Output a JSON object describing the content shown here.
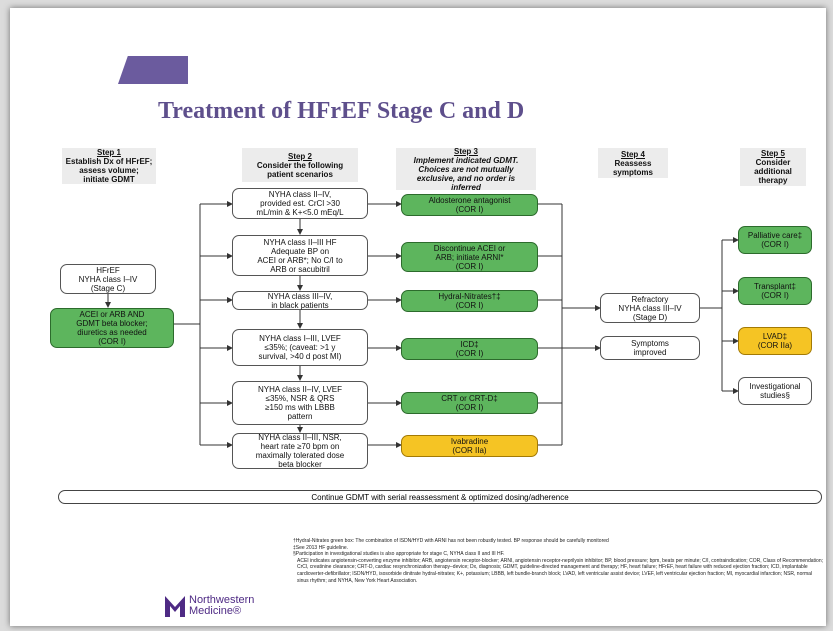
{
  "slide": {
    "title": "Treatment of HFrEF Stage C and D",
    "accent_color": "#6b5b9e"
  },
  "steps": [
    {
      "title": "Step 1",
      "desc": "Establish Dx of HFrEF;\nassess volume;\ninitiate GDMT"
    },
    {
      "title": "Step 2",
      "desc": "Consider the following\npatient scenarios"
    },
    {
      "title": "Step 3",
      "desc": "Implement indicated GDMT.\nChoices are not mutually\nexclusive, and no order is\ninferred"
    },
    {
      "title": "Step 4",
      "desc": "Reassess\nsymptoms"
    },
    {
      "title": "Step 5",
      "desc": "Consider\nadditional\ntherapy"
    }
  ],
  "step1_boxes": {
    "hfref": "HFrEF\nNYHA class I–IV\n(Stage C)",
    "acei": "ACEI or ARB AND\nGDMT beta blocker;\ndiuretics as needed\n(COR I)"
  },
  "scenarios": [
    "NYHA class II–IV,\nprovided est. CrCl >30\nmL/min & K+<5.0 mEq/L",
    "NYHA class II–III HF\nAdequate BP on\nACEI or ARB*; No C/I to\nARB or sacubitril",
    "NYHA class III–IV,\nin black patients",
    "NYHA class I–III, LVEF\n≤35%; (caveat: >1 y\nsurvival, >40 d post MI)",
    "NYHA class II–IV, LVEF\n≤35%, NSR & QRS\n≥150 ms with LBBB\npattern",
    "NYHA class II–III, NSR,\nheart rate ≥70 bpm on\nmaximally tolerated dose\nbeta blocker"
  ],
  "treatments": [
    {
      "label": "Aldosterone antagonist\n(COR I)",
      "color": "green"
    },
    {
      "label": "Discontinue ACEI or\nARB; initiate ARNI*\n(COR I)",
      "color": "green"
    },
    {
      "label": "Hydral-Nitrates†‡\n(COR I)",
      "color": "green"
    },
    {
      "label": "ICD‡\n(COR I)",
      "color": "green"
    },
    {
      "label": "CRT or CRT-D‡\n(COR I)",
      "color": "green"
    },
    {
      "label": "Ivabradine\n(COR IIa)",
      "color": "yellow"
    }
  ],
  "reassess": {
    "refractory": "Refractory\nNYHA class III–IV\n(Stage D)",
    "improved": "Symptoms\nimproved"
  },
  "additional": [
    {
      "label": "Palliative care‡\n(COR I)",
      "color": "green"
    },
    {
      "label": "Transplant‡\n(COR I)",
      "color": "green"
    },
    {
      "label": "LVAD‡\n(COR IIa)",
      "color": "yellow"
    },
    {
      "label": "Investigational\nstudies§",
      "color": "white"
    }
  ],
  "continue_bar": "Continue GDMT with serial reassessment & optimized dosing/adherence",
  "footnotes": [
    "†Hydral-Nitrates green box: The combination of ISDN/HYD with ARNI has not been robustly tested. BP response should be carefully monitored",
    "‡See 2013 HF guideline.",
    "§Participation in investigational studies is also appropriate for stage C, NYHA class II and III HF.",
    "ACEI indicates angiotensin-converting enzyme inhibitor; ARB, angiotensin receptor-blocker; ARNI, angiotensin receptor-neprilysin inhibitor; BP, blood pressure; bpm, beats per minute; C/I, contraindication; COR, Class of Recommendation; CrCl, creatinine clearance; CRT-D, cardiac resynchronization therapy–device; Dx, diagnosis; GDMT, guideline-directed management and therapy; HF, heart failure; HFrEF, heart failure with reduced ejection fraction; ICD, implantable cardioverter-defibrillator; ISDN/HYD, isosorbide dinitrate hydral-nitrates; K+, potassium; LBBB, left bundle-branch block; LVAD, left ventricular assist device; LVEF, left ventricular ejection fraction; MI, myocardial infarction; NSR, normal sinus rhythm; and NYHA, New York Heart Association."
  ],
  "logo": {
    "line1": "Northwestern",
    "line2": "Medicine®",
    "color": "#4e2a84"
  }
}
